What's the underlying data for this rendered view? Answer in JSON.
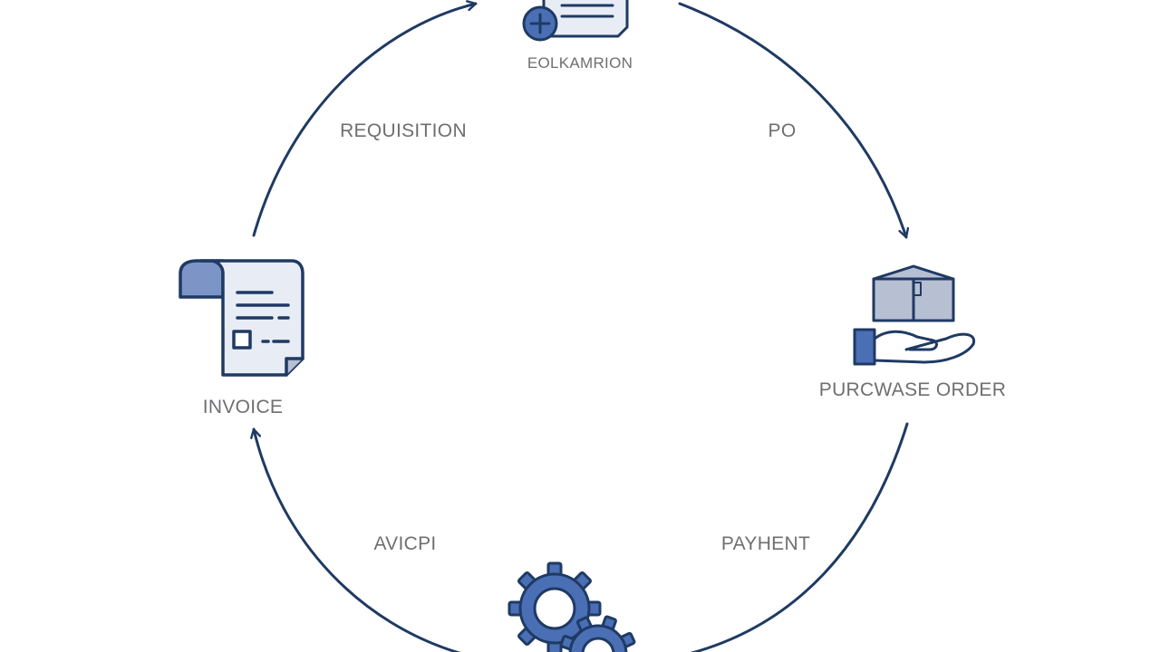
{
  "nodes": {
    "top": {
      "label": "EOLKAMRION",
      "icon": "document-plus-icon"
    },
    "right": {
      "label": "PURCWASE ORDER",
      "icon": "box-in-hand-icon"
    },
    "bottom": {
      "label": "",
      "icon": "gears-icon"
    },
    "left": {
      "label": "INVOICE",
      "icon": "invoice-document-icon"
    }
  },
  "edges": {
    "top_left": {
      "label": "REQUISITION"
    },
    "top_right": {
      "label": "PO"
    },
    "bottom_right": {
      "label": "PAYHENT"
    },
    "bottom_left": {
      "label": "AVICPI"
    }
  },
  "colors": {
    "stroke": "#1f3a63",
    "accent": "#4a6fb5",
    "fill_light": "#e8ecf4",
    "fill_gray": "#b7bfd3",
    "text": "#6f6f72"
  }
}
